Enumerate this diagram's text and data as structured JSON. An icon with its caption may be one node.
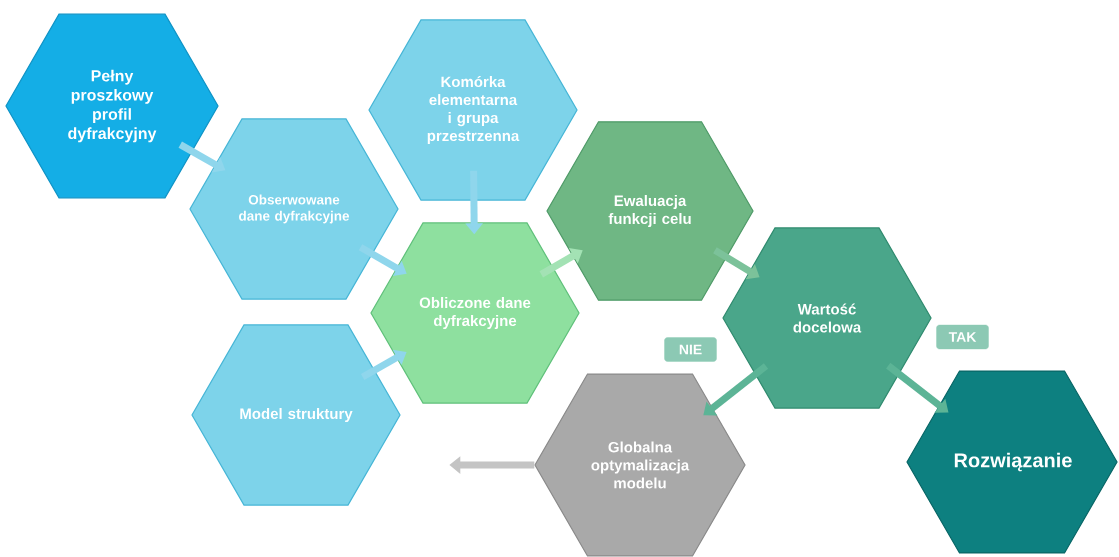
{
  "diagram": {
    "nodes": [
      {
        "text": [
          "Pełny proszkowy profil dyfrakcyjny"
        ]
      },
      {
        "text": [
          "Komórka elementarna i grupa przestrzenna"
        ]
      },
      {
        "text": [
          "Obserwowane dane dyfrakcyjne"
        ]
      },
      {
        "text": [
          "Obliczone dane dyfrakcyjne"
        ]
      },
      {
        "text": [
          "Ewaluacja funkcji celu"
        ]
      },
      {
        "text": [
          "Model struktury"
        ]
      },
      {
        "text": [
          "Wartość docelowa"
        ]
      },
      {
        "text": [
          "Globalna optymalizacja modelu"
        ]
      },
      {
        "text": [
          "Rozwiązanie"
        ]
      }
    ],
    "edges": [
      {
        "from": 0,
        "to": 2,
        "arrow": "to"
      },
      {
        "from": 1,
        "to": 3,
        "arrow": "to"
      },
      {
        "from": 2,
        "to": 3,
        "arrow": "to"
      },
      {
        "from": 5,
        "to": 3,
        "arrow": "to"
      },
      {
        "from": 3,
        "to": 4,
        "arrow": "to",
        "color": "#a3e2b4"
      },
      {
        "from": 4,
        "to": 6,
        "arrow": "to",
        "color": "#7cc29a"
      },
      {
        "from": 6,
        "to": 7,
        "arrow": "to",
        "label": "NIE",
        "color": "#5cb496"
      },
      {
        "from": 6,
        "to": 8,
        "arrow": "to",
        "label": "TAK",
        "color": "#5cb496"
      },
      {
        "from": 7,
        "to": null,
        "arrow": "to",
        "color": "#c4c4c4"
      }
    ]
  }
}
